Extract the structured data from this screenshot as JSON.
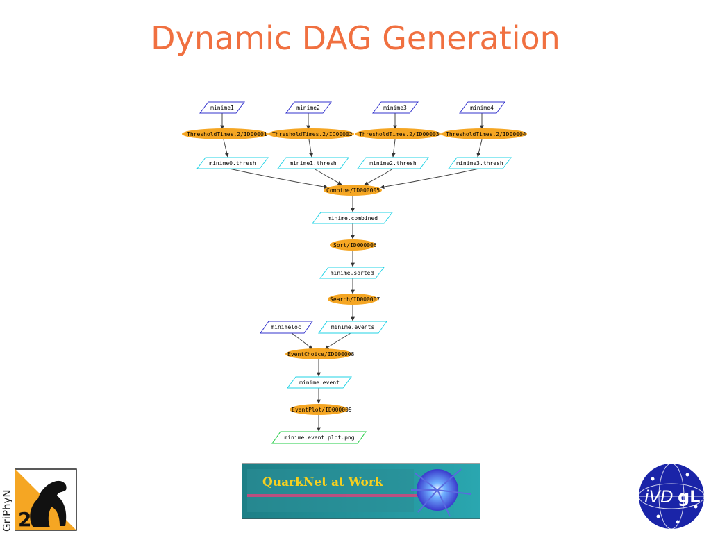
{
  "slide": {
    "title": "Dynamic DAG Generation"
  },
  "diagram": {
    "nodes": {
      "minime1": "minime1",
      "minime2": "minime2",
      "minime3": "minime3",
      "minime4": "minime4",
      "thr1": "ThresholdTimes.2/ID00001",
      "thr2": "ThresholdTimes.2/ID00002",
      "thr3": "ThresholdTimes.2/ID00003",
      "thr4": "ThresholdTimes.2/ID00004",
      "th0": "minime0.thresh",
      "th1": "minime1.thresh",
      "th2": "minime2.thresh",
      "th3": "minime3.thresh",
      "combine": "Combine/ID000005",
      "combined": "minime.combined",
      "sort": "Sort/ID000006",
      "sorted": "minime.sorted",
      "search": "Search/ID000007",
      "minimeloc": "minimeloc",
      "events": "minime.events",
      "choice": "EventChoice/ID000008",
      "event": "minime.event",
      "plot": "EventPlot/ID000009",
      "png": "minime.event.plot.png"
    },
    "colors": {
      "job": "#f5a623",
      "input_file": "#3333cc",
      "intermediate_file": "#22d3e6",
      "output_file": "#22cc44",
      "edge": "#444444"
    }
  },
  "logos": {
    "griphyn": "GriPhyN",
    "banner": "QuarkNet at Work",
    "ivdgl_a": "iVD",
    "ivdgl_b": "gL"
  }
}
